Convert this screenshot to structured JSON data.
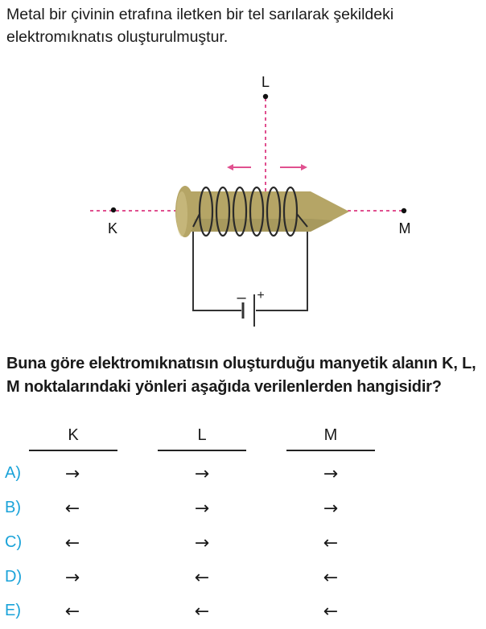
{
  "intro_text": "Metal bir çivinin etrafına iletken bir tel sarılarak şekildeki elektromıknatıs oluşturulmuştur.",
  "figure": {
    "point_labels": {
      "k": "K",
      "l": "L",
      "m": "M"
    },
    "battery_sign": {
      "minus": "–",
      "plus": "+"
    },
    "colors": {
      "nail": "#b5a566",
      "nail_shadow": "#8a7c47",
      "dashed": "#e0508f",
      "wire": "#333333"
    }
  },
  "question_text": "Buna göre elektromıknatısın oluşturduğu manyetik alanın K, L, M noktalarındaki yönleri aşağıda verilenlerden hangisidir?",
  "columns": [
    "K",
    "L",
    "M"
  ],
  "options": [
    {
      "label": "A)",
      "k": "→",
      "l": "→",
      "m": "→"
    },
    {
      "label": "B)",
      "k": "←",
      "l": "→",
      "m": "→"
    },
    {
      "label": "C)",
      "k": "←",
      "l": "→",
      "m": "←"
    },
    {
      "label": "D)",
      "k": "→",
      "l": "←",
      "m": "←"
    },
    {
      "label": "E)",
      "k": "←",
      "l": "←",
      "m": "←"
    }
  ]
}
